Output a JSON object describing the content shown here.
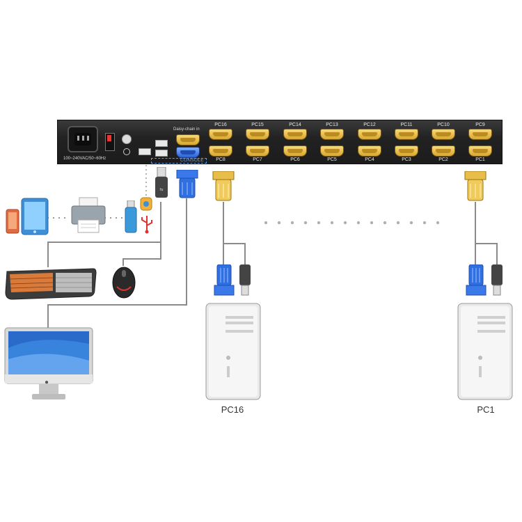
{
  "kvm": {
    "power_rating": "100~240VAC/50~60Hz",
    "daisy_chain_label": "Daisy-chain in",
    "console_label": "CONSOLE",
    "top_row_ports": [
      "PC16",
      "PC15",
      "PC14",
      "PC13",
      "PC12",
      "PC11",
      "PC10",
      "PC9"
    ],
    "bottom_row_ports": [
      "PC8",
      "PC7",
      "PC6",
      "PC5",
      "PC4",
      "PC3",
      "PC2",
      "PC1"
    ]
  },
  "computers": {
    "left_label": "PC16",
    "right_label": "PC1"
  },
  "colors": {
    "panel": "#222222",
    "vga_gold": "#e8bd4a",
    "vga_blue": "#2f6fe0",
    "cable_gray": "#8a8a8a"
  },
  "icons": [
    "phone-icon",
    "tablet-icon",
    "printer-icon",
    "usb-drive-icon",
    "usb-symbol-icon",
    "keyboard-icon",
    "mouse-icon",
    "monitor-icon",
    "apple-logo-icon",
    "tower-pc-icon"
  ]
}
